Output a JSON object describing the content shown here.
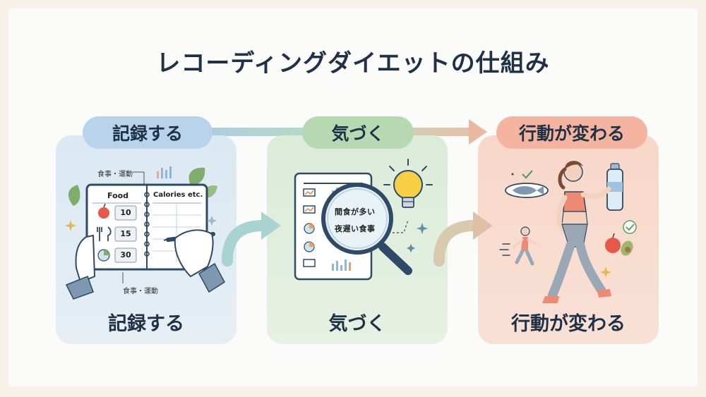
{
  "title": "レコーディングダイエットの仕組み",
  "stages": [
    {
      "pill": "記録する",
      "caption": "記録する"
    },
    {
      "pill": "気づく",
      "caption": "気づく"
    },
    {
      "pill": "行動が変わる",
      "caption": "行動が変わる"
    }
  ],
  "notebook": {
    "label_top": "食事・運動",
    "label_bottom": "食事・運動",
    "col_food": "Food",
    "col_calories": "Calories etc.",
    "values": [
      "10",
      "15",
      "30"
    ]
  },
  "magnifier": {
    "line1": "間食が多い",
    "line2": "夜遅い食事"
  },
  "colors": {
    "blue": "#b9d3ea",
    "green": "#b6d9b2",
    "orange": "#f4b49f",
    "navy": "#1f3147"
  }
}
